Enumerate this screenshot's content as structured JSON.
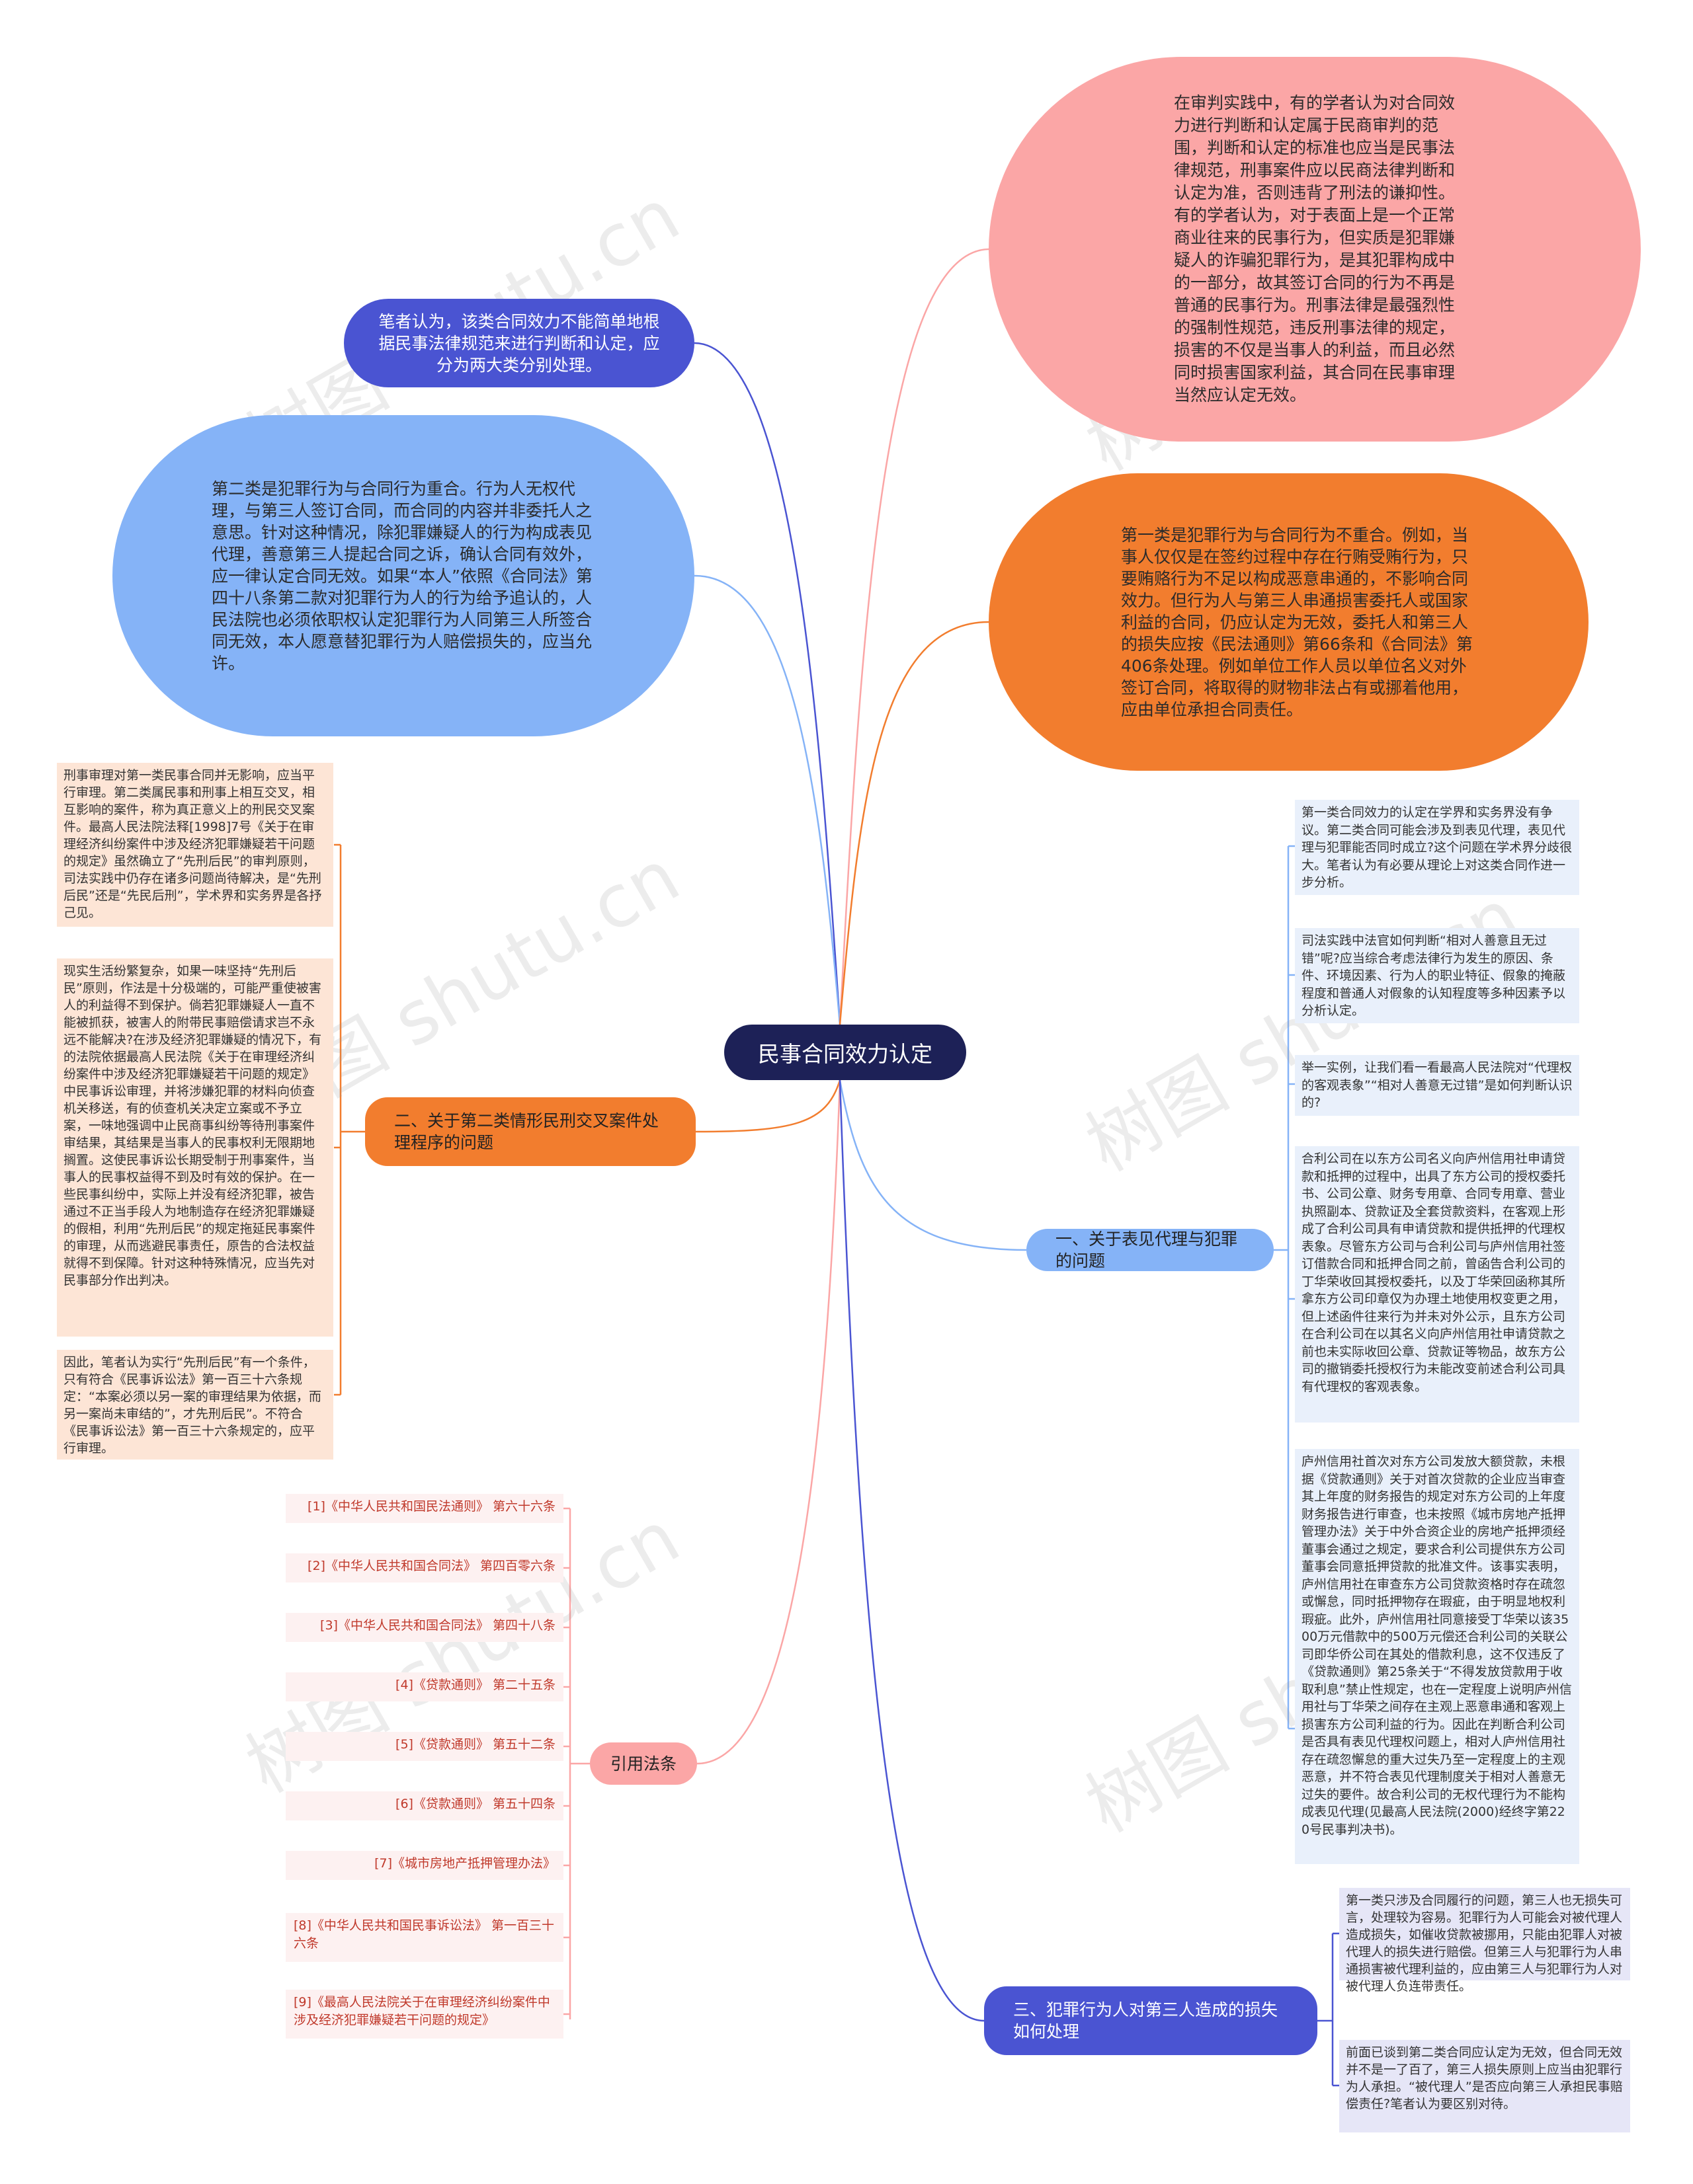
{
  "root": {
    "label": "民事合同效力认定"
  },
  "colors": {
    "root": "#1d2157",
    "indigo": "#4a54d2",
    "light_blue": "#85b3f7",
    "pink": "#fba6a6",
    "orange": "#f27d2e"
  },
  "top_left": {
    "pill": "笔者认为，该类合同效力不能简单地根据民事法律规范来进行判断和认定，应分为两大类分别处理。",
    "oval": "第二类是犯罪行为与合同行为重合。行为人无权代理，与第三人签订合同，而合同的内容并非委托人之意思。针对这种情况，除犯罪嫌疑人的行为构成表见代理，善意第三人提起合同之诉，确认合同有效外，应一律认定合同无效。如果“本人”依照《合同法》第四十八条第二款对犯罪行为人的行为给予追认的，人民法院也必须依职权认定犯罪行为人同第三人所签合同无效，本人愿意替犯罪行为人赔偿损失的，应当允许。"
  },
  "top_right": {
    "pink": "在审判实践中，有的学者认为对合同效力进行判断和认定属于民商审判的范围，判断和认定的标准也应当是民事法律规范，刑事案件应以民商法律判断和认定为准，否则违背了刑法的谦抑性。有的学者认为，对于表面上是一个正常商业往来的民事行为，但实质是犯罪嫌疑人的诈骗犯罪行为，是其犯罪构成中的一部分，故其签订合同的行为不再是普通的民事行为。刑事法律是最强烈性的强制性规范，违反刑事法律的规定，损害的不仅是当事人的利益，而且必然同时损害国家利益，其合同在民事审理当然应认定无效。",
    "orange": "第一类是犯罪行为与合同行为不重合。例如，当事人仅仅是在签约过程中存在行贿受贿行为，只要贿赂行为不足以构成恶意串通的，不影响合同效力。但行为人与第三人串通损害委托人或国家利益的合同，仍应认定为无效，委托人和第三人的损失应按《民法通则》第66条和《合同法》第406条处理。例如单位工作人员以单位名义对外签订合同，将取得的财物非法占有或挪着他用，应由单位承担合同责任。"
  },
  "branch_2": {
    "label": "二、关于第二类情形民刑交叉案件处理程序的问题",
    "leaves": [
      "刑事审理对第一类民事合同并无影响，应当平行审理。第二类属民事和刑事上相互交叉，相互影响的案件，称为真正意义上的刑民交叉案件。最高人民法院法释[1998]7号《关于在审理经济纠纷案件中涉及经济犯罪嫌疑若干问题的规定》虽然确立了“先刑后民”的审判原则，司法实践中仍存在诸多问题尚待解决，是“先刑后民”还是“先民后刑”，学术界和实务界是各抒己见。",
      "现实生活纷繁复杂，如果一味坚持“先刑后民”原则，作法是十分极端的，可能严重使被害人的利益得不到保护。倘若犯罪嫌疑人一直不能被抓获，被害人的附带民事赔偿请求岂不永远不能解决?在涉及经济犯罪嫌疑的情况下，有的法院依据最高人民法院《关于在审理经济纠纷案件中涉及经济犯罪嫌疑若干问题的规定》中民事诉讼审理，并将涉嫌犯罪的材料向侦查机关移送，有的侦查机关决定立案或不予立案，一味地强调中止民商事纠纷等待刑事案件审结果，其结果是当事人的民事权利无限期地搁置。这使民事诉讼长期受制于刑事案件，当事人的民事权益得不到及时有效的保护。在一些民事纠纷中，实际上并没有经济犯罪，被告通过不正当手段人为地制造存在经济犯罪嫌疑的假相，利用“先刑后民”的规定拖延民事案件的审理，从而逃避民事责任，原告的合法权益就得不到保障。针对这种特殊情况，应当先对民事部分作出判决。",
      "因此，笔者认为实行“先刑后民”有一个条件，只有符合《民事诉讼法》第一百三十六条规定：“本案必须以另一案的审理结果为依据，而另一案尚未审结的”，才先刑后民”。不符合《民事诉讼法》第一百三十六条规定的，应平行审理。"
    ]
  },
  "branch_1": {
    "label": "一、关于表见代理与犯罪的问题",
    "leaves": [
      "第一类合同效力的认定在学界和实务界没有争议。第二类合同可能会涉及到表见代理，表见代理与犯罪能否同时成立?这个问题在学术界分歧很大。笔者认为有必要从理论上对这类合同作进一步分析。",
      "司法实践中法官如何判断“相对人善意且无过错”呢?应当综合考虑法律行为发生的原因、条件、环境因素、行为人的职业特征、假象的掩蔽程度和普通人对假象的认知程度等多种因素予以分析认定。",
      "举一实例，让我们看一看最高人民法院对“代理权的客观表象”“相对人善意无过错”是如何判断认识的?",
      "合利公司在以东方公司名义向庐州信用社申请贷款和抵押的过程中，出具了东方公司的授权委托书、公司公章、财务专用章、合同专用章、营业执照副本、贷款证及全套贷款资料，在客观上形成了合利公司具有申请贷款和提供抵押的代理权表象。尽管东方公司与合利公司与庐州信用社签订借款合同和抵押合同之前，曾函告合利公司的丁华荣收回其授权委托，以及丁华荣回函称其所拿东方公司印章仅为办理土地使用权变更之用，但上述函件往来行为并未对外公示，且东方公司在合利公司在以其名义向庐州信用社申请贷款之前也未实际收回公章、贷款证等物品，故东方公司的撤销委托授权行为未能改变前述合利公司具有代理权的客观表象。",
      "庐州信用社首次对东方公司发放大额贷款，未根据《贷款通则》关于对首次贷款的企业应当审查其上年度的财务报告的规定对东方公司的上年度财务报告进行审查，也未按照《城市房地产抵押管理办法》关于中外合资企业的房地产抵押须经董事会通过之规定，要求合利公司提供东方公司董事会同意抵押贷款的批准文件。该事实表明，庐州信用社在审查东方公司贷款资格时存在疏忽或懈怠，同时抵押物存在瑕疵，由于明显地权利瑕疵。此外，庐州信用社同意接受丁华荣以该3500万元借款中的500万元偿还合利公司的关联公司即华侨公司在其处的借款利息，这不仅违反了《贷款通则》第25条关于“不得发放贷款用于收取利息”禁止性规定，也在一定程度上说明庐州信用社与丁华荣之间存在主观上恶意串通和客观上损害东方公司利益的行为。因此在判断合利公司是否具有表见代理权问题上，相对人庐州信用社存在疏忽懈怠的重大过失乃至一定程度上的主观恶意，并不符合表见代理制度关于相对人善意无过失的要件。故合利公司的无权代理行为不能构成表见代理(见最高人民法院(2000)经终字第220号民事判决书)。"
    ]
  },
  "references": {
    "label": "引用法条",
    "items": [
      "[1]《中华人民共和国民法通则》 第六十六条",
      "[2]《中华人民共和国合同法》 第四百零六条",
      "[3]《中华人民共和国合同法》 第四十八条",
      "[4]《贷款通则》 第二十五条",
      "[5]《贷款通则》 第五十二条",
      "[6]《贷款通则》 第五十四条",
      "[7]《城市房地产抵押管理办法》",
      "[8]《中华人民共和国民事诉讼法》 第一百三十六条",
      "[9]《最高人民法院关于在审理经济纠纷案件中涉及经济犯罪嫌疑若干问题的规定》"
    ]
  },
  "branch_3": {
    "label": "三、犯罪行为人对第三人造成的损失如何处理",
    "leaves": [
      "第一类只涉及合同履行的问题，第三人也无损失可言，处理较为容易。犯罪行为人可能会对被代理人造成损失，如催收贷款被挪用，只能由犯罪人对被代理人的损失进行赔偿。但第三人与犯罪行为人串通损害被代理利益的，应由第三人与犯罪行为人对被代理人负连带责任。",
      "前面已谈到第二类合同应认定为无效，但合同无效并不是一了百了，第三人损失原则上应当由犯罪行为人承担。“被代理人”是否应向第三人承担民事赔偿责任?笔者认为要区别对待。"
    ]
  },
  "watermarks": [
    "树图 shutu.cn",
    "树图 shutu.cn",
    "树图 shutu.cn",
    "树图 shutu.cn",
    "树图 shutu.cn",
    "树图 shutu.cn"
  ]
}
